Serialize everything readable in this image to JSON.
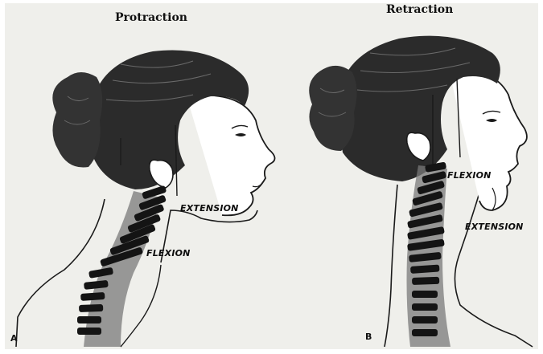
{
  "panels": {
    "left": {
      "title": "Protraction",
      "corner_letter": "A",
      "labels": {
        "extension": "EXTENSION",
        "flexion": "FLEXION"
      }
    },
    "right": {
      "title": "Retraction",
      "corner_letter": "B",
      "labels": {
        "flexion": "FLEXION",
        "extension": "EXTENSION"
      }
    }
  },
  "colors": {
    "paper": "#efefeb",
    "hair": "#2b2b2b",
    "vertebra": "#141414",
    "spine_shadow": "#7a7a7a",
    "line": "#1a1a1a"
  }
}
